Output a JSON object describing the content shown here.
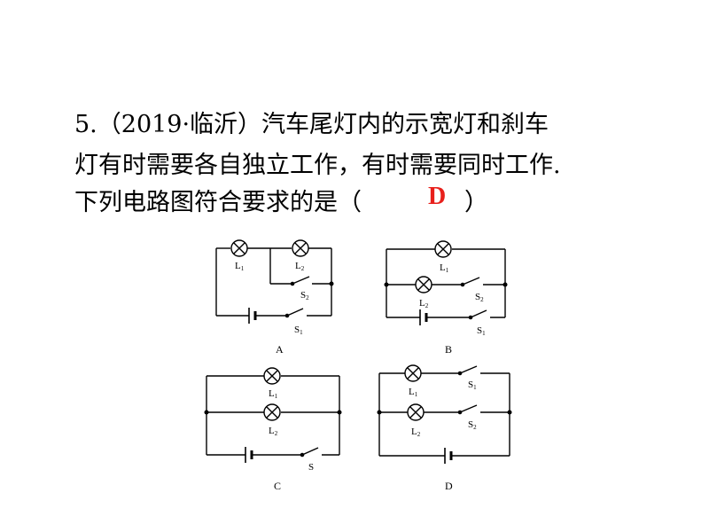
{
  "question": {
    "line1": "5.（2019·临沂）汽车尾灯内的示宽灯和刹车",
    "line2": "灯有时需要各自独立工作，有时需要同时工作.",
    "line3": "下列电路图符合要求的是（",
    "answer": "D",
    "closing_paren": "）"
  },
  "diagrams": {
    "labels": {
      "L": "L",
      "S": "S",
      "sub1": "1",
      "sub2": "2"
    },
    "options": [
      "A",
      "B",
      "C",
      "D"
    ]
  }
}
